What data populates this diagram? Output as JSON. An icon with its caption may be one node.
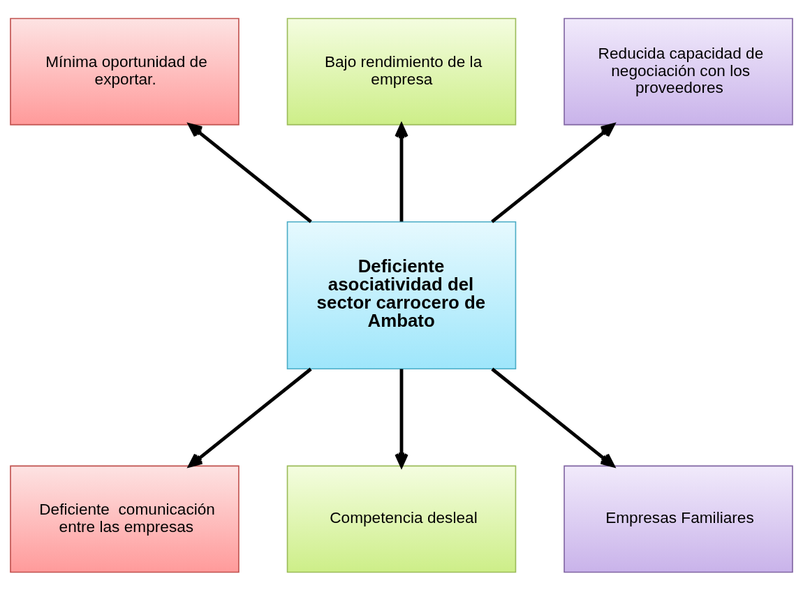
{
  "diagram": {
    "nodes": [
      {
        "text": [
          "Mínima oportunidad de exportar."
        ]
      },
      {
        "text": [
          "Bajo rendimiento de la empresa"
        ]
      },
      {
        "text": [
          "Reducida capacidad de negociación con los proveedores"
        ]
      },
      {
        "text": [
          "Deficiente asociatividad del sector carrocero de Ambato"
        ]
      },
      {
        "text": [
          "Deficiente  comunicación entre las empresas"
        ]
      },
      {
        "text": [
          "Competencia desleal"
        ]
      },
      {
        "text": [
          "Empresas Familiares"
        ]
      }
    ],
    "edges": [
      {
        "from": 3,
        "to": 0,
        "arrow": "to"
      },
      {
        "from": 3,
        "to": 1,
        "arrow": "to"
      },
      {
        "from": 3,
        "to": 2,
        "arrow": "to"
      },
      {
        "from": 3,
        "to": 4,
        "arrow": "to"
      },
      {
        "from": 3,
        "to": 5,
        "arrow": "to"
      },
      {
        "from": 3,
        "to": 6,
        "arrow": "to"
      }
    ]
  }
}
